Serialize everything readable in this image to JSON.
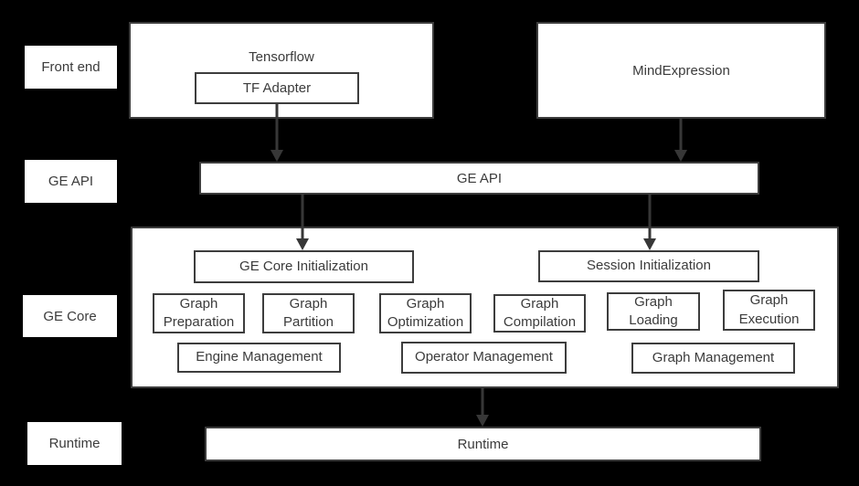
{
  "colors": {
    "background": "#000000",
    "box_fill": "#ffffff",
    "box_border": "#3d3d3d",
    "text": "#3b3b3b",
    "arrow": "#373737"
  },
  "row_labels": {
    "front_end": "Front end",
    "ge_api": "GE API",
    "ge_core": "GE Core",
    "runtime": "Runtime"
  },
  "front_end": {
    "tensorflow_label": "Tensorflow",
    "tf_adapter_label": "TF Adapter",
    "mindexpression_label": "MindExpression"
  },
  "ge_api": {
    "bar_label": "GE API"
  },
  "ge_core": {
    "init_label": "GE Core Initialization",
    "session_label": "Session Initialization",
    "modules": [
      "Graph Preparation",
      "Graph Partition",
      "Graph Optimization",
      "Graph Compilation",
      "Graph Loading",
      "Graph Execution"
    ],
    "management": [
      "Engine Management",
      "Operator Management",
      "Graph Management"
    ]
  },
  "runtime": {
    "bar_label": "Runtime"
  }
}
